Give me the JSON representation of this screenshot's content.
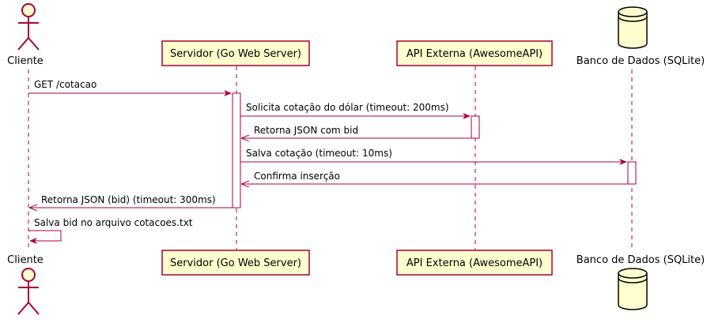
{
  "diagram": {
    "type": "sequence",
    "colors": {
      "line": "#A80036",
      "box_fill": "#FEFECE",
      "lifeline": "#A80036",
      "activation_fill": "#FFFFFF"
    },
    "participants": [
      {
        "id": "cliente",
        "kind": "actor",
        "label": "Cliente"
      },
      {
        "id": "servidor",
        "kind": "participant",
        "label": "Servidor (Go Web Server)"
      },
      {
        "id": "api",
        "kind": "participant",
        "label": "API Externa (AwesomeAPI)"
      },
      {
        "id": "db",
        "kind": "database",
        "label": "Banco de Dados (SQLite)"
      }
    ],
    "messages": [
      {
        "from": "cliente",
        "to": "servidor",
        "text": "GET /cotacao"
      },
      {
        "from": "servidor",
        "to": "api",
        "text": "Solicita cotação do dólar (timeout: 200ms)"
      },
      {
        "from": "api",
        "to": "servidor",
        "text": "Retorna JSON com bid"
      },
      {
        "from": "servidor",
        "to": "db",
        "text": "Salva cotação (timeout: 10ms)"
      },
      {
        "from": "db",
        "to": "servidor",
        "text": "Confirma inserção"
      },
      {
        "from": "servidor",
        "to": "cliente",
        "text": "Retorna JSON (bid) (timeout: 300ms)"
      },
      {
        "from": "cliente",
        "to": "cliente",
        "text": "Salva bid no arquivo cotacoes.txt"
      }
    ]
  }
}
